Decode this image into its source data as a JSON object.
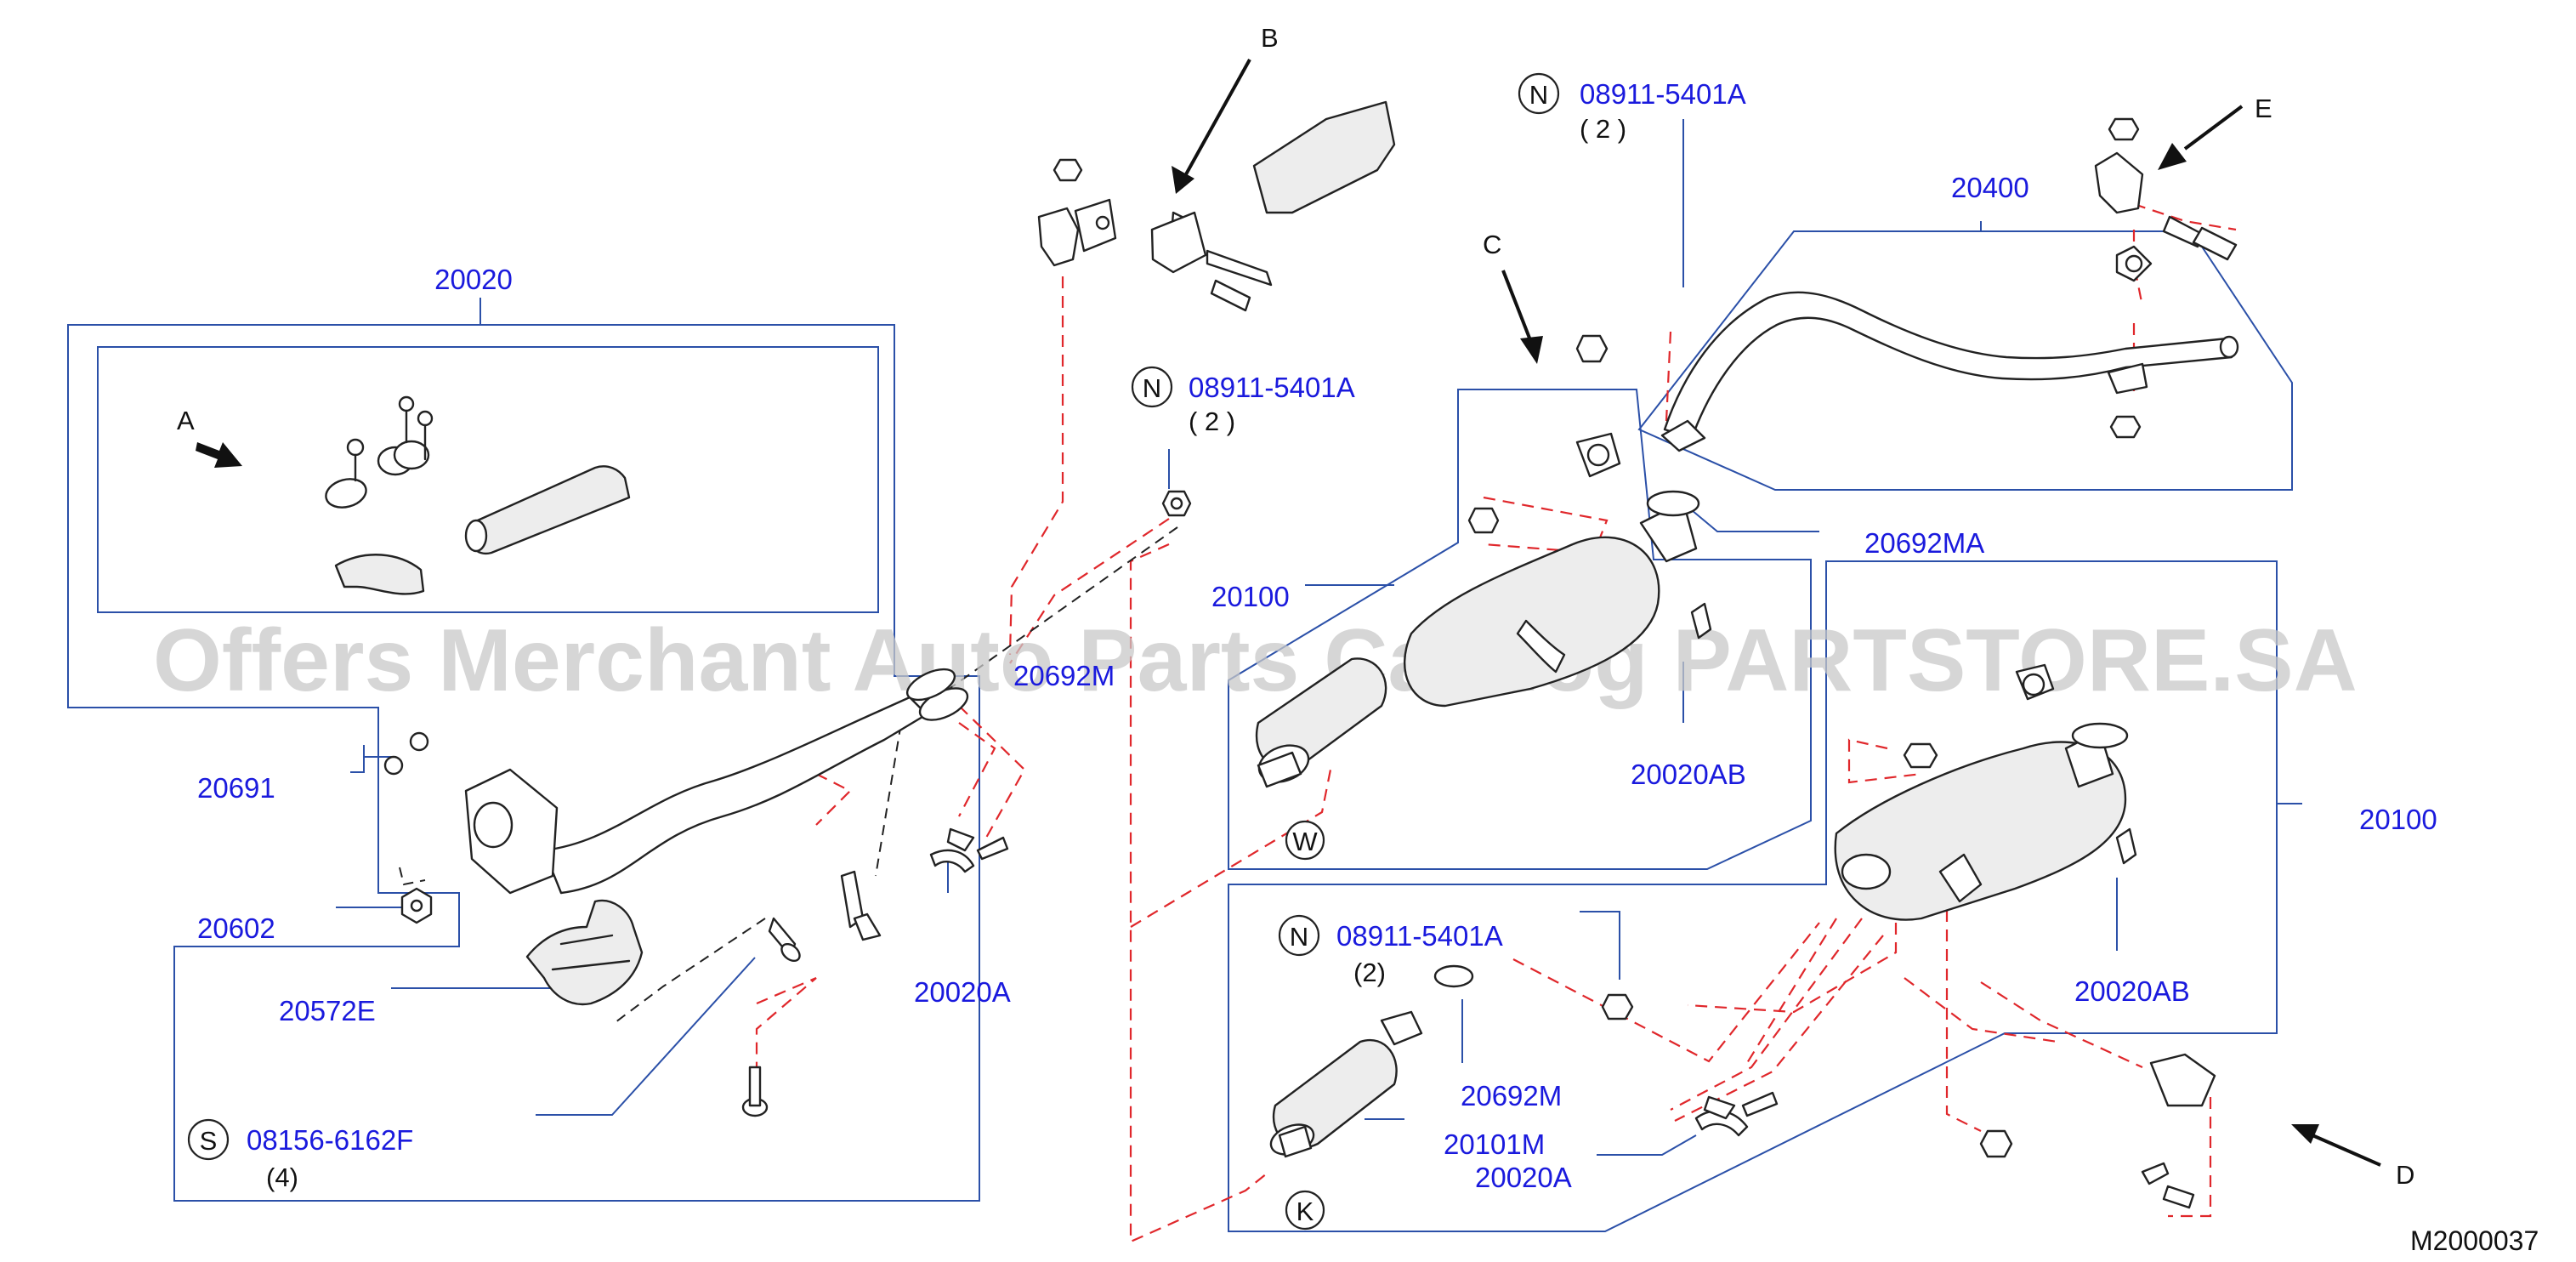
{
  "watermark": "Offers Merchant Auto Parts Catalog PARTSTORE.SA",
  "drawing_id": "M2000037",
  "view_letters": {
    "a": "A",
    "b": "B",
    "c": "C",
    "d": "D",
    "e": "E"
  },
  "part_numbers": {
    "p20020": "20020",
    "p20691": "20691",
    "p20602": "20602",
    "p20572e": "20572E",
    "p20692m_top": "20692M",
    "p20020a_left": "20020A",
    "p20100_upper": "20100",
    "p20020ab_upper": "20020AB",
    "p20692ma": "20692MA",
    "p20400": "20400",
    "p20100_right": "20100",
    "p20020ab_right": "20020AB",
    "p20692m_lower": "20692M",
    "p20101m": "20101M",
    "p20020a_lower": "20020A"
  },
  "callouts": {
    "nut_top": {
      "symbol": "N",
      "part": "08911-5401A",
      "qty": "( 2 )"
    },
    "nut_mid": {
      "symbol": "N",
      "part": "08911-5401A",
      "qty": "( 2 )"
    },
    "nut_low": {
      "symbol": "N",
      "part": "08911-5401A",
      "qty": "(2)"
    },
    "screw": {
      "symbol": "S",
      "part": "08156-6162F",
      "qty": "(4)"
    }
  },
  "variant_markers": {
    "w": "W",
    "k": "K"
  }
}
